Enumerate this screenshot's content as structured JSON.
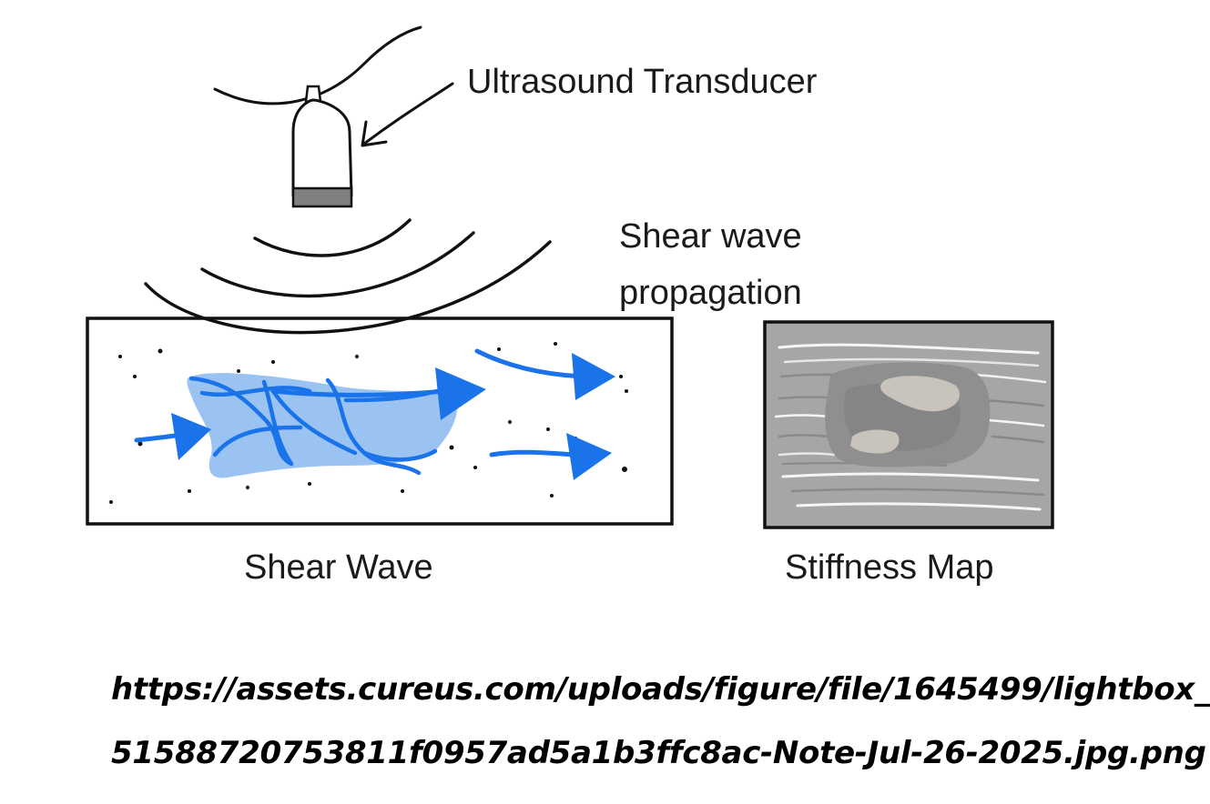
{
  "labels": {
    "transducer": "Ultrasound Transducer",
    "propagation_line1": "Shear wave",
    "propagation_line2": "propagation",
    "shear_wave": "Shear Wave",
    "stiffness_map": "Stiffness Map"
  },
  "source_url": {
    "line1": "https://assets.cureus.com/uploads/figure/file/1645499/lightbox_",
    "line2": "51588720753811f0957ad5a1b3ffc8ac-Note-Jul-26-2025.jpg.png"
  },
  "colors": {
    "wave_arrow": "#1a73e8",
    "wave_fill": "#8ab8f0",
    "map_background": "#a6a6a6",
    "map_lesion": "#8f8f8f",
    "map_highlight": "#c8c4bc",
    "outline": "#111111"
  }
}
